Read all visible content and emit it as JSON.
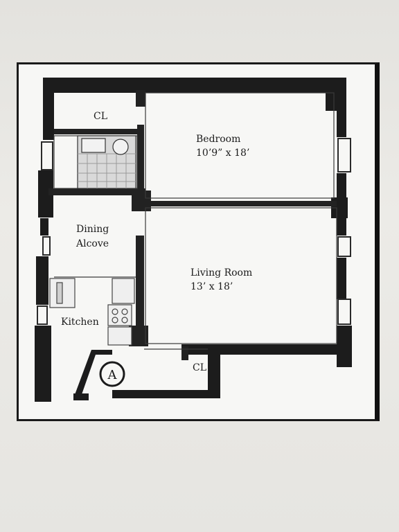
{
  "plan": {
    "rooms": {
      "closet_top": {
        "name": "CL"
      },
      "bedroom": {
        "name": "Bedroom",
        "size": "10’9” x 18’"
      },
      "dining": {
        "name_line1": "Dining",
        "name_line2": "Alcove"
      },
      "living": {
        "name": "Living Room",
        "size": "13’ x 18’"
      },
      "kitchen": {
        "name": "Kitchen"
      },
      "closet_bottom": {
        "name": "CL"
      }
    },
    "entry_marker": {
      "letter": "A"
    }
  }
}
